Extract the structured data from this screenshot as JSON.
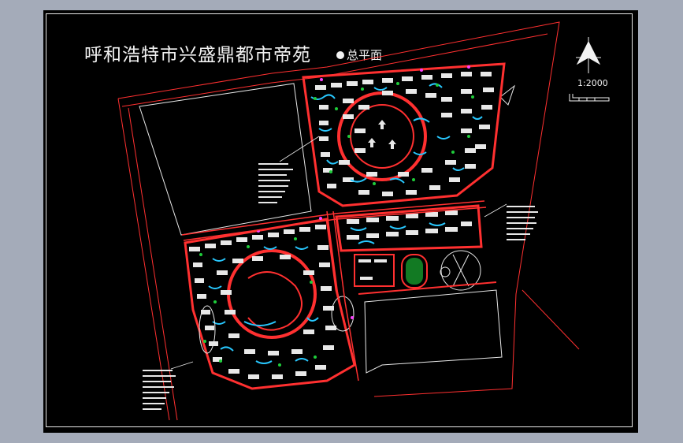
{
  "drawing": {
    "title": "呼和浩特市兴盛鼎都市帝苑",
    "subtitle": "总平面",
    "scale": "1:2000"
  },
  "colors": {
    "background": "#000000",
    "workspace_gray": "#a4abb9",
    "road": "#ff3030",
    "building": "#ffffff",
    "green": "#1ecc3a",
    "water": "#28c8ff",
    "magenta": "#ff40ff"
  },
  "icons": {
    "north_arrow": "north-arrow-icon",
    "scale_bar": "scale-bar-icon"
  }
}
